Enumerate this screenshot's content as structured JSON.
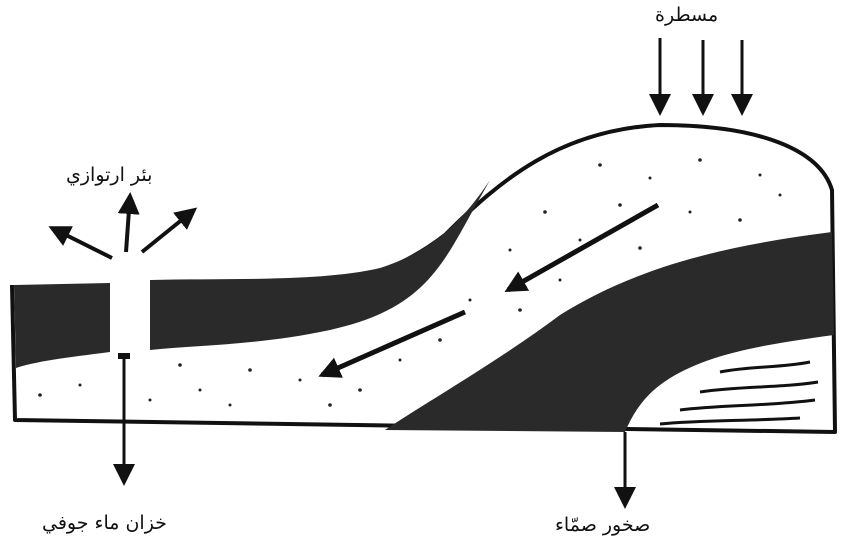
{
  "labels": {
    "rain": "مسطرة",
    "artesian_well": "بئر ارتوازي",
    "aquifer": "خزان ماء جوفي",
    "impermeable_rock": "صخور صمّاء"
  },
  "colors": {
    "ink": "#111111",
    "rock": "#2a2a2a",
    "background": "#ffffff"
  }
}
